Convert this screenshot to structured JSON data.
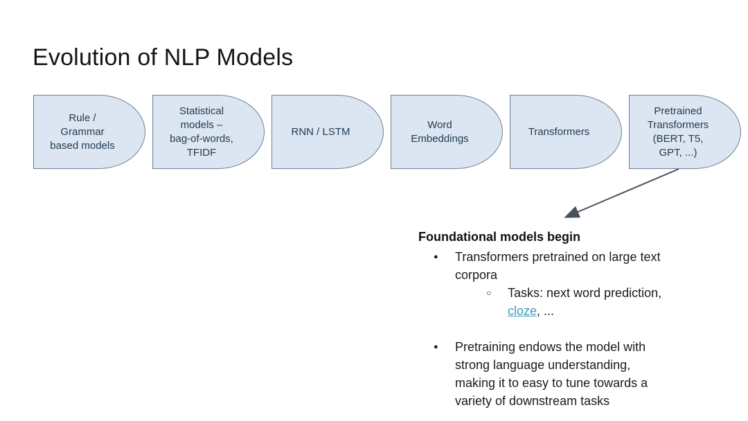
{
  "slide": {
    "title": "Evolution of NLP Models"
  },
  "stages": [
    {
      "label": "Rule /\nGrammar\nbased models"
    },
    {
      "label": "Statistical\nmodels –\nbag-of-words,\nTFIDF"
    },
    {
      "label": "RNN / LSTM"
    },
    {
      "label": "Word\nEmbeddings"
    },
    {
      "label": "Transformers"
    },
    {
      "label": "Pretrained\nTransformers\n(BERT, T5,\nGPT, ...)"
    }
  ],
  "annotation": {
    "heading": "Foundational models begin",
    "bullet_glyph": "●",
    "sub_bullet_glyph": "○",
    "bullet1": "Transformers pretrained on large text\ncorpora",
    "sub_prefix": "Tasks: next word prediction,",
    "sub_link": "cloze",
    "sub_suffix": ", ...",
    "bullet2": "Pretraining endows the model with\nstrong language understanding,\nmaking it to easy to tune towards a\nvariety of downstream tasks"
  },
  "colors": {
    "background": "#ffffff",
    "stage_fill": "#dbe6f2",
    "stage_border": "#6f7f90",
    "stage_text": "#243a52",
    "title_text": "#141414",
    "body_text": "#1a1a1a",
    "link": "#3d9ac0",
    "arrow": "#49525c"
  }
}
